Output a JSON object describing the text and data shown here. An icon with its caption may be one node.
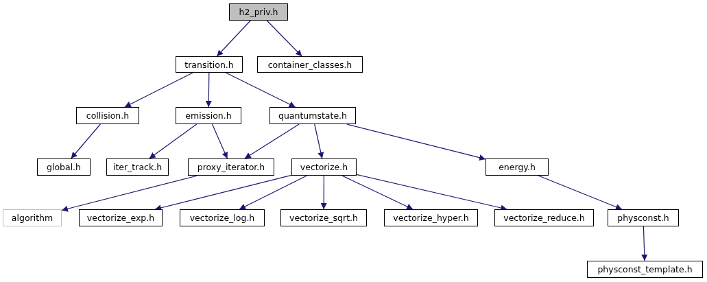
{
  "diagram": {
    "nodes": [
      {
        "text": [
          "h2_priv.h"
        ]
      },
      {
        "text": [
          "transition.h"
        ]
      },
      {
        "text": [
          "container_classes.h"
        ]
      },
      {
        "text": [
          "collision.h"
        ]
      },
      {
        "text": [
          "emission.h"
        ]
      },
      {
        "text": [
          "quantumstate.h"
        ]
      },
      {
        "text": [
          "global.h"
        ]
      },
      {
        "text": [
          "iter_track.h"
        ]
      },
      {
        "text": [
          "proxy_iterator.h"
        ]
      },
      {
        "text": [
          "vectorize.h"
        ]
      },
      {
        "text": [
          "energy.h"
        ]
      },
      {
        "text": [
          "algorithm"
        ]
      },
      {
        "text": [
          "vectorize_exp.h"
        ]
      },
      {
        "text": [
          "vectorize_log.h"
        ]
      },
      {
        "text": [
          "vectorize_sqrt.h"
        ]
      },
      {
        "text": [
          "vectorize_hyper.h"
        ]
      },
      {
        "text": [
          "vectorize_reduce.h"
        ]
      },
      {
        "text": [
          "physconst.h"
        ]
      },
      {
        "text": [
          "physconst_template.h"
        ]
      }
    ],
    "edges": [
      {
        "from": 0,
        "to": 1,
        "arrow": "to"
      },
      {
        "from": 0,
        "to": 2,
        "arrow": "to"
      },
      {
        "from": 1,
        "to": 3,
        "arrow": "to"
      },
      {
        "from": 1,
        "to": 4,
        "arrow": "to"
      },
      {
        "from": 1,
        "to": 5,
        "arrow": "to"
      },
      {
        "from": 3,
        "to": 6,
        "arrow": "to"
      },
      {
        "from": 4,
        "to": 7,
        "arrow": "to"
      },
      {
        "from": 4,
        "to": 8,
        "arrow": "to"
      },
      {
        "from": 5,
        "to": 8,
        "arrow": "to"
      },
      {
        "from": 5,
        "to": 9,
        "arrow": "to"
      },
      {
        "from": 5,
        "to": 10,
        "arrow": "to"
      },
      {
        "from": 8,
        "to": 11,
        "arrow": "to"
      },
      {
        "from": 9,
        "to": 12,
        "arrow": "to"
      },
      {
        "from": 9,
        "to": 13,
        "arrow": "to"
      },
      {
        "from": 9,
        "to": 14,
        "arrow": "to"
      },
      {
        "from": 9,
        "to": 15,
        "arrow": "to"
      },
      {
        "from": 9,
        "to": 16,
        "arrow": "to"
      },
      {
        "from": 10,
        "to": 17,
        "arrow": "to"
      },
      {
        "from": 17,
        "to": 18,
        "arrow": "to"
      }
    ]
  }
}
